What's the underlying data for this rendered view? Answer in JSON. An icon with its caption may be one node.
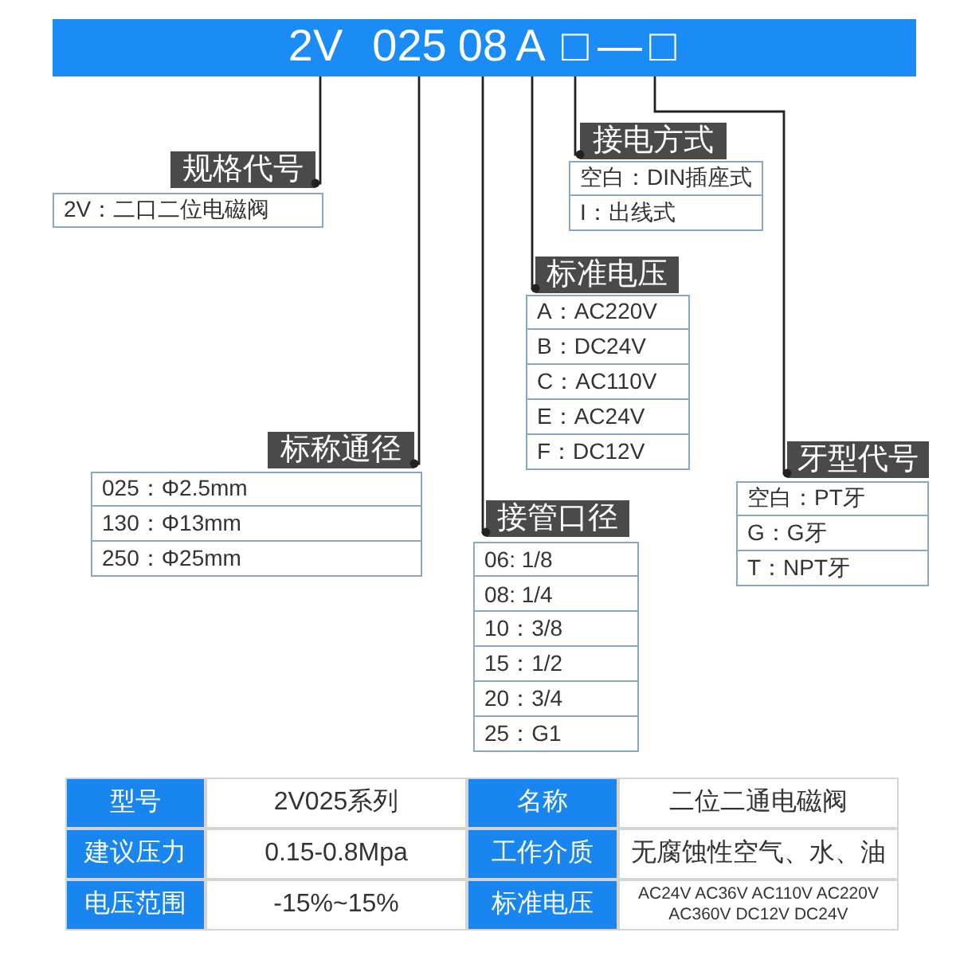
{
  "diagram": {
    "nodes": [
      {
        "text": [],
        "shape": "bar"
      },
      {
        "text": [
          "2V"
        ],
        "in": 0
      },
      {
        "text": [
          "025"
        ],
        "in": 0
      },
      {
        "text": [
          "08"
        ],
        "in": 0
      },
      {
        "text": [
          "A"
        ],
        "in": 0
      },
      {
        "text": [
          "□"
        ],
        "in": 0
      },
      {
        "text": [
          "—"
        ],
        "in": 0
      },
      {
        "text": [
          "□"
        ],
        "in": 0
      },
      {
        "text": [
          "规格代号"
        ]
      },
      {
        "text": [
          "2V：二口二位电磁阀"
        ]
      },
      {
        "text": [
          "标称通径"
        ]
      },
      {
        "text": [
          "025：Φ2.5mm"
        ]
      },
      {
        "text": [
          "130：Φ13mm"
        ]
      },
      {
        "text": [
          "250：Φ25mm"
        ]
      },
      {
        "text": [
          "接管口径"
        ]
      },
      {
        "text": [
          "06: 1/8"
        ]
      },
      {
        "text": [
          "08: 1/4"
        ]
      },
      {
        "text": [
          "10：3/8"
        ]
      },
      {
        "text": [
          "15：1/2"
        ]
      },
      {
        "text": [
          "20：3/4"
        ]
      },
      {
        "text": [
          "25：G1"
        ]
      },
      {
        "text": [
          "标准电压"
        ]
      },
      {
        "text": [
          "A：AC220V"
        ]
      },
      {
        "text": [
          "B：DC24V"
        ]
      },
      {
        "text": [
          "C：AC110V"
        ]
      },
      {
        "text": [
          "E：AC24V"
        ]
      },
      {
        "text": [
          "F：DC12V"
        ]
      },
      {
        "text": [
          "接电方式"
        ]
      },
      {
        "text": [
          "空白：DIN插座式"
        ]
      },
      {
        "text": [
          "I：出线式"
        ]
      },
      {
        "text": [
          "牙型代号"
        ]
      },
      {
        "text": [
          "空白：PT牙"
        ]
      },
      {
        "text": [
          "G：G牙"
        ]
      },
      {
        "text": [
          "T：NPT牙"
        ]
      }
    ],
    "edges": [
      {
        "from": 1,
        "to": 8,
        "arrow": "other"
      },
      {
        "from": 2,
        "to": 10,
        "arrow": "other"
      },
      {
        "from": 3,
        "to": 14,
        "arrow": "other"
      },
      {
        "from": 4,
        "to": 21,
        "arrow": "other"
      },
      {
        "from": 5,
        "to": 27,
        "arrow": "other"
      },
      {
        "from": 7,
        "to": 30,
        "arrow": "other"
      }
    ],
    "labels": [
      "型号",
      "2V025系列",
      "名称",
      "二位二通电磁阀",
      "建议压力",
      "0.15-0.8Mpa",
      "工作介质",
      "无腐蚀性空气、水、油",
      "电压范围",
      "-15%~15%",
      "标准电压",
      "AC24V AC36V AC110V AC220V AC360V DC12V DC24V"
    ]
  }
}
